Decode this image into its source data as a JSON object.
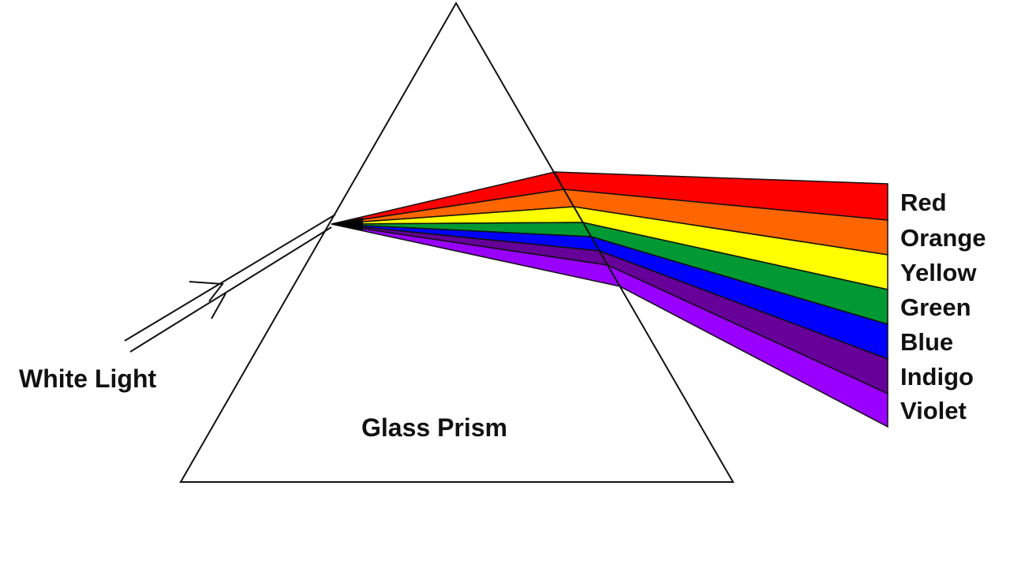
{
  "diagram": {
    "white_light_label": "White Light",
    "prism_label": "Glass Prism",
    "spectrum": [
      {
        "label": "Red",
        "color": "#ff0000"
      },
      {
        "label": "Orange",
        "color": "#ff6600"
      },
      {
        "label": "Yellow",
        "color": "#ffff00"
      },
      {
        "label": "Green",
        "color": "#009933"
      },
      {
        "label": "Blue",
        "color": "#0000ff"
      },
      {
        "label": "Indigo",
        "color": "#660099"
      },
      {
        "label": "Violet",
        "color": "#9900ff"
      }
    ],
    "outline_color": "#111111"
  }
}
